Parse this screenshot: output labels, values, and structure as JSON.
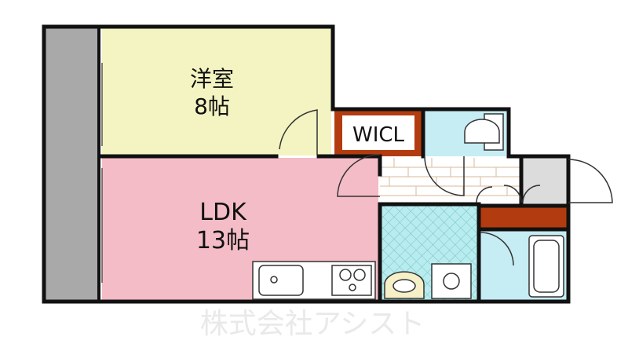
{
  "rooms": {
    "western": {
      "name": "洋室",
      "size": "8帖"
    },
    "ldk": {
      "name": "LDK",
      "size": "13帖"
    },
    "closet": {
      "name": "WICL"
    }
  },
  "watermark": "株式会社アシスト",
  "colors": {
    "western_room": "#f4f4c2",
    "ldk": "#f4bcc6",
    "wet_area": "#c6ecf4",
    "closet": "#b23c10",
    "balcony": "#a9a9a9",
    "wall": "#111111"
  }
}
